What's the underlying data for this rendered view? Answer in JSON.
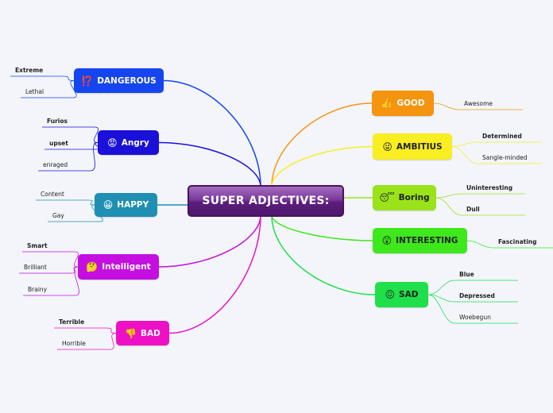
{
  "central": {
    "label": "SUPER ADJECTIVES:",
    "color": "#6a2a8c"
  },
  "branches": [
    {
      "key": "dangerous",
      "label": "DANGEROUS",
      "icon": "double-exclamation-icon",
      "glyph": "⁉️",
      "color": "#1545f0",
      "leaves": [
        {
          "text": "Extreme",
          "bold": true
        },
        {
          "text": "Lethal",
          "bold": false
        }
      ]
    },
    {
      "key": "angry",
      "label": "Angry",
      "icon": "angry-face-icon",
      "glyph": "😡",
      "color": "#1a10d8",
      "leaves": [
        {
          "text": "Furios",
          "bold": true
        },
        {
          "text": "upset",
          "bold": true
        },
        {
          "text": "enraged",
          "bold": false
        }
      ]
    },
    {
      "key": "happy",
      "label": "HAPPY",
      "icon": "grinning-face-icon",
      "glyph": "😀",
      "color": "#1f8fb3",
      "leaves": [
        {
          "text": "Content",
          "bold": false
        },
        {
          "text": "Gay",
          "bold": false
        }
      ]
    },
    {
      "key": "intelligent",
      "label": "Intelligent",
      "icon": "thinking-face-icon",
      "glyph": "🤔",
      "color": "#c40fe0",
      "leaves": [
        {
          "text": "Smart",
          "bold": true
        },
        {
          "text": "Brilliant",
          "bold": false
        },
        {
          "text": "Brainy",
          "bold": false
        }
      ]
    },
    {
      "key": "bad",
      "label": "BAD",
      "icon": "thumbs-down-icon",
      "glyph": "👎",
      "color": "#ee10c4",
      "leaves": [
        {
          "text": "Terrible",
          "bold": true
        },
        {
          "text": "Horrible",
          "bold": false
        }
      ]
    },
    {
      "key": "good",
      "label": "GOOD",
      "icon": "thumbs-up-icon",
      "glyph": "👍",
      "color": "#f5940f",
      "leaves": [
        {
          "text": "Awesome",
          "bold": false
        }
      ]
    },
    {
      "key": "ambitius",
      "label": "AMBITIUS",
      "icon": "winking-face-icon",
      "glyph": "😜",
      "color": "#f8ee22",
      "leaves": [
        {
          "text": "Determined",
          "bold": true
        },
        {
          "text": "Sangle-minded",
          "bold": false
        }
      ]
    },
    {
      "key": "boring",
      "label": "Boring",
      "icon": "sleeping-face-icon",
      "glyph": "😴",
      "color": "#9ae31a",
      "leaves": [
        {
          "text": "Uninteresting",
          "bold": true
        },
        {
          "text": "Dull",
          "bold": true
        }
      ]
    },
    {
      "key": "interesting",
      "label": "INTERESTING",
      "icon": "astonished-face-icon",
      "glyph": "😲",
      "color": "#3ee81c",
      "leaves": [
        {
          "text": "Fascinating",
          "bold": true
        }
      ]
    },
    {
      "key": "sad",
      "label": "SAD",
      "icon": "persevering-face-icon",
      "glyph": "😖",
      "color": "#1fe04a",
      "leaves": [
        {
          "text": "Blue",
          "bold": true
        },
        {
          "text": "Depressed",
          "bold": true
        },
        {
          "text": "Woebegun",
          "bold": false
        }
      ]
    }
  ]
}
